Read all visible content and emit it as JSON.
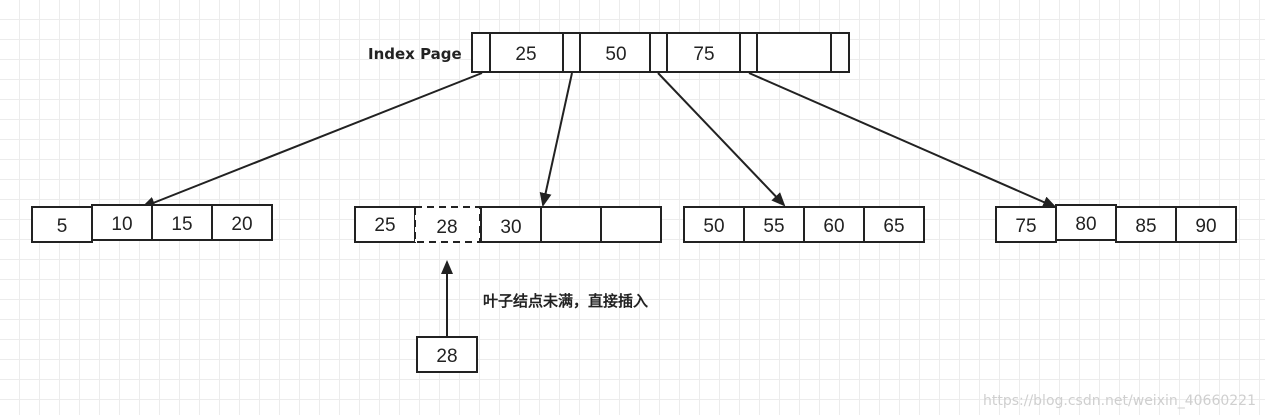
{
  "index_page": {
    "label": "Index Page",
    "keys": [
      "25",
      "50",
      "75",
      ""
    ]
  },
  "leaf_pages": [
    {
      "keys": [
        "5",
        "10",
        "15",
        "20"
      ]
    },
    {
      "keys": [
        "25",
        "28",
        "30",
        "",
        ""
      ]
    },
    {
      "keys": [
        "50",
        "55",
        "60",
        "65"
      ]
    },
    {
      "keys": [
        "75",
        "80",
        "85",
        "90"
      ]
    }
  ],
  "insert": {
    "key": "28",
    "note": "叶子结点未满，直接插入"
  },
  "watermark": "https://blog.csdn.net/weixin_40660221",
  "colors": {
    "stroke": "#222222",
    "grid": "#ececec",
    "watermark": "#cfcfcf"
  }
}
